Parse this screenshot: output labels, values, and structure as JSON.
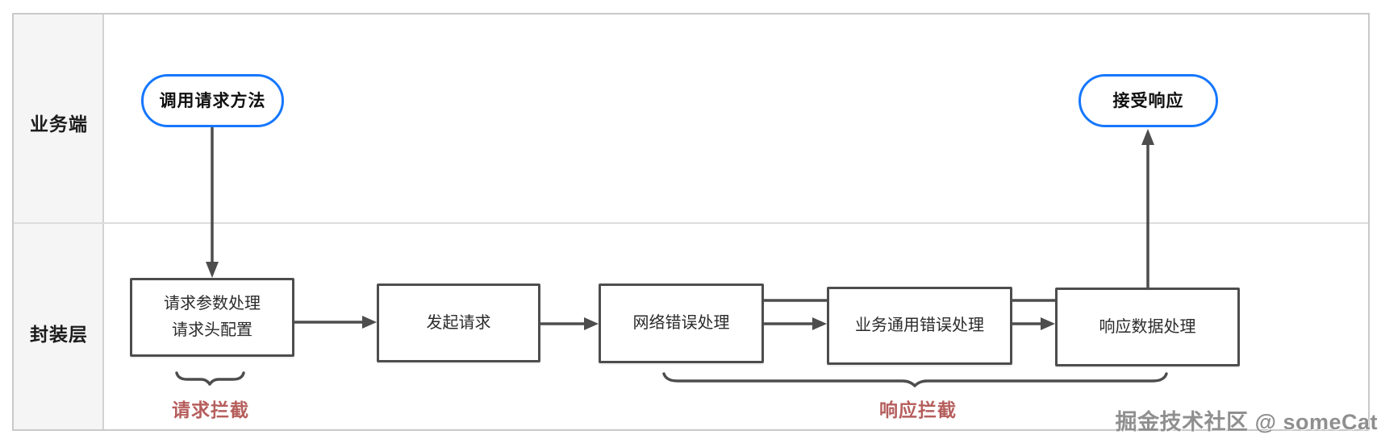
{
  "colors": {
    "accent_blue": "#1677ff",
    "line_gray": "#4d4d4d",
    "label_red": "#b55e5c",
    "sidebar_bg": "#f5f5f5",
    "grid_border": "#c9c9c9",
    "watermark_gray": "#8f8f8f"
  },
  "lanes": [
    {
      "label": "业务端"
    },
    {
      "label": "封装层"
    }
  ],
  "nodes": {
    "call_request": "调用请求方法",
    "receive_response": "接受响应",
    "param_process_line1": "请求参数处理",
    "param_process_line2": "请求头配置",
    "send_request": "发起请求",
    "network_error": "网络错误处理",
    "business_error": "业务通用错误处理",
    "response_data": "响应数据处理"
  },
  "annotations": {
    "request_intercept": "请求拦截",
    "response_intercept": "响应拦截"
  },
  "watermark": "掘金技术社区 @ someCat"
}
